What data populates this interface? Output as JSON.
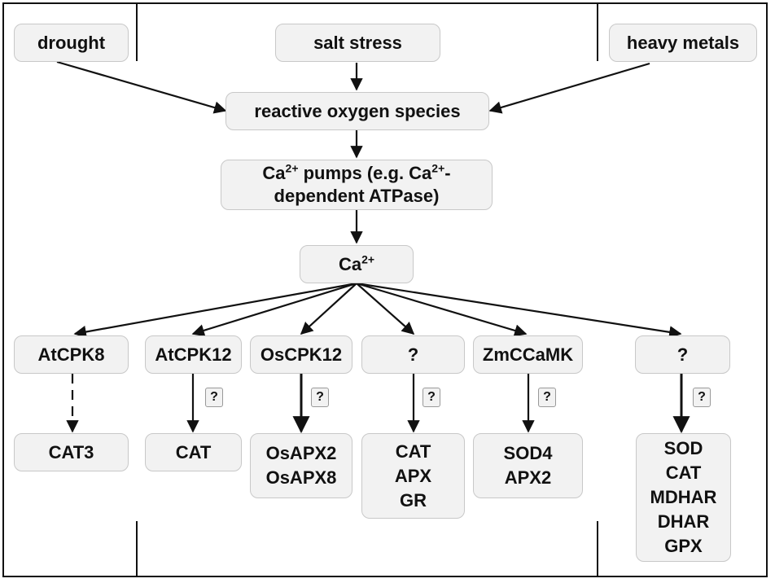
{
  "stressors": {
    "drought": "drought",
    "salt": "salt stress",
    "metals": "heavy metals"
  },
  "ros": "reactive oxygen species",
  "pumps": {
    "line1_a": "Ca",
    "line1_sup": "2+",
    "line1_b": " pumps (e.g. Ca",
    "line1_sup2": "2+",
    "line1_c": "-",
    "line2": "dependent ATPase)"
  },
  "calcium": {
    "base": "Ca",
    "sup": "2+"
  },
  "kinases": [
    "AtCPK8",
    "AtCPK12",
    "OsCPK12",
    "?",
    "ZmCCaMK",
    "?"
  ],
  "unknown_mark": "?",
  "targets": [
    [
      "CAT3"
    ],
    [
      "CAT"
    ],
    [
      "OsAPX2",
      "OsAPX8"
    ],
    [
      "CAT",
      "APX",
      "GR"
    ],
    [
      "SOD4",
      "APX2"
    ],
    [
      "SOD",
      "CAT",
      "MDHAR",
      "DHAR",
      "GPX"
    ]
  ],
  "colors": {
    "box_fill": "#f2f2f2",
    "box_border": "#c8c8c8",
    "line": "#111111"
  }
}
